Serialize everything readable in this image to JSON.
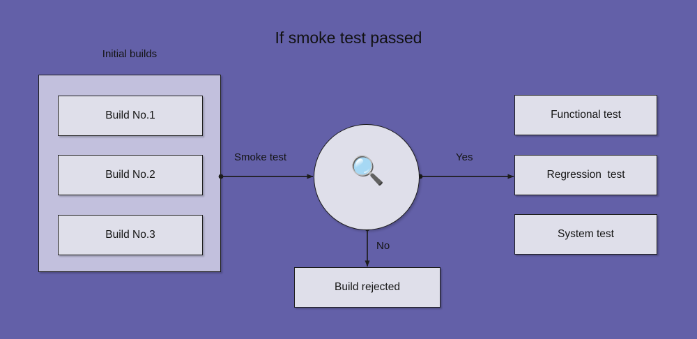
{
  "diagram": {
    "title": "If smoke test passed",
    "background_color": "#6360a8",
    "box_fill_color": "#dfdfea",
    "container_fill_color": "#c2c0dd",
    "border_color": "#1d1d1d",
    "text_color": "#141414"
  },
  "left_group": {
    "label": "Initial builds",
    "items": [
      {
        "label": "Build No.1"
      },
      {
        "label": "Build No.2"
      },
      {
        "label": "Build No.3"
      }
    ]
  },
  "decision": {
    "icon": "magnifier-icon",
    "icon_glyph": "🔍"
  },
  "edges": [
    {
      "label": "Smoke test",
      "from": "initial-builds",
      "to": "decision"
    },
    {
      "label": "Yes",
      "from": "decision",
      "to": "regression-test"
    },
    {
      "label": "No",
      "from": "decision",
      "to": "build-rejected"
    }
  ],
  "pass_branch": {
    "items": [
      {
        "label": "Functional test"
      },
      {
        "label": "Regression  test"
      },
      {
        "label": "System test"
      }
    ]
  },
  "fail_branch": {
    "item": {
      "label": "Build rejected"
    }
  }
}
